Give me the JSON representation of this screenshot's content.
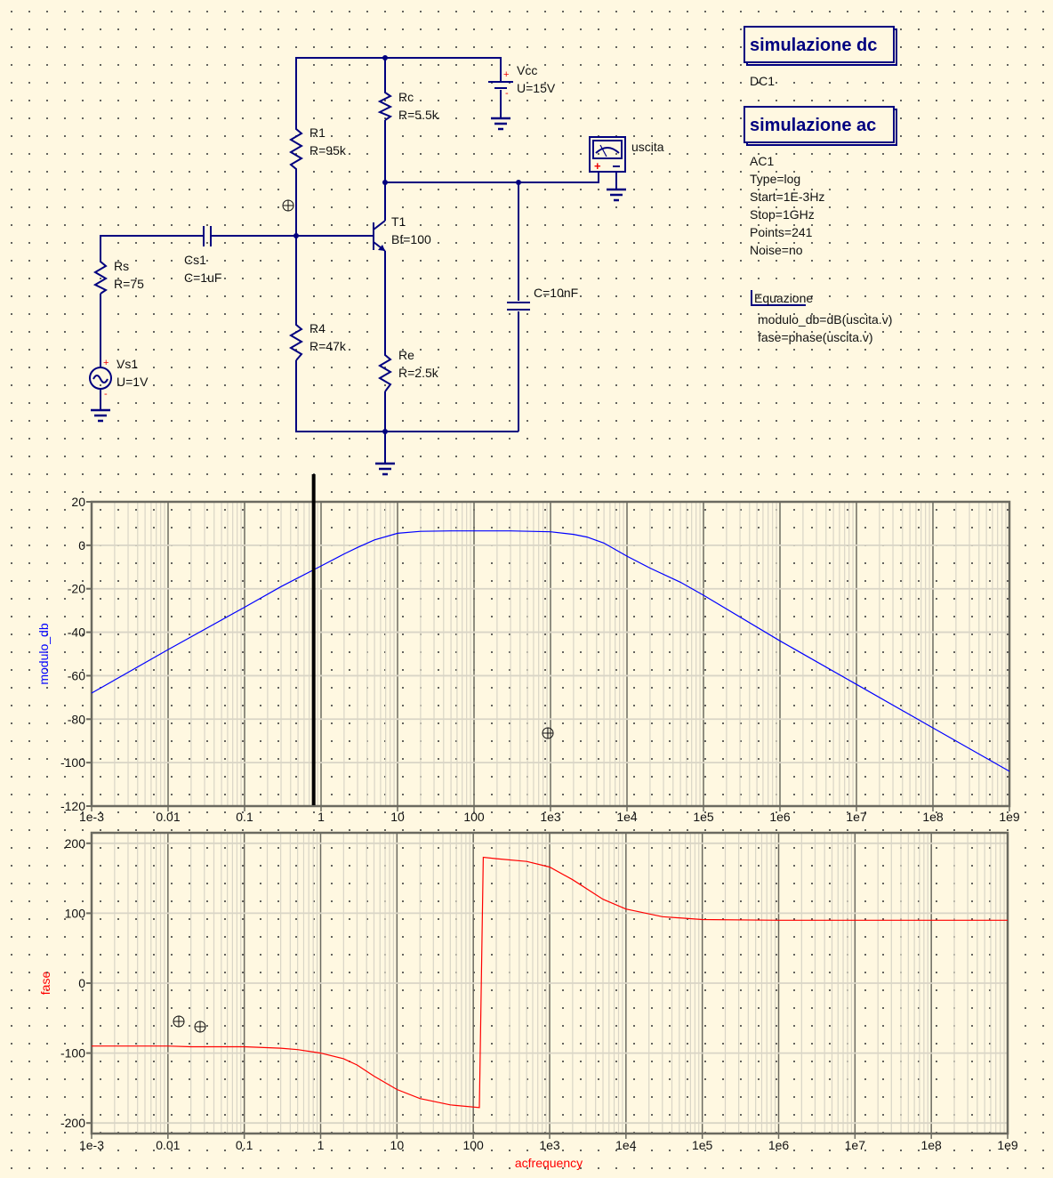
{
  "schematic": {
    "components": {
      "vcc": {
        "name": "Vcc",
        "value": "U=15V"
      },
      "rc": {
        "name": "Rc",
        "value": "R=5.5k"
      },
      "r1": {
        "name": "R1",
        "value": "R=95k"
      },
      "t1": {
        "name": "T1",
        "value": "Bf=100"
      },
      "rs": {
        "name": "Rs",
        "value": "R=75"
      },
      "cs1": {
        "name": "Cs1",
        "value": "C=1uF"
      },
      "c": {
        "value": "C=10nF"
      },
      "r4": {
        "name": "R4",
        "value": "R=47k"
      },
      "re": {
        "name": "Re",
        "value": "R=2.5k"
      },
      "vs1": {
        "name": "Vs1",
        "value": "U=1V"
      },
      "probe": {
        "name": "uscita"
      }
    },
    "sim_dc": {
      "title": "simulazione dc",
      "name": "DC1"
    },
    "sim_ac": {
      "title": "simulazione ac",
      "lines": [
        "AC1",
        "Type=log",
        "Start=1E-3Hz",
        "Stop=1GHz",
        "Points=241",
        "Noise=no"
      ]
    },
    "equation": {
      "title": "Equazione",
      "lines": [
        "modulo_db=dB(uscita.v)",
        "fase=phase(uscita.v)"
      ]
    }
  },
  "colors": {
    "wire": "#00007f",
    "mag": "#0000ff",
    "phase": "#ff0000",
    "grid": "#d9d5c6",
    "frame": "#6b6a60"
  },
  "chart_data": [
    {
      "type": "line",
      "title": "",
      "xlabel": "",
      "ylabel": "modulo_db",
      "xscale": "log",
      "xlim": [
        0.001,
        1000000000
      ],
      "ylim": [
        -120,
        20
      ],
      "xticks": [
        "1e-3",
        "0.01",
        "0.1",
        "1",
        "10",
        "100",
        "1e3",
        "1e4",
        "1e5",
        "1e6",
        "1e7",
        "1e8",
        "1e9"
      ],
      "yticks": [
        "20",
        "0",
        "-20",
        "-40",
        "-60",
        "-80",
        "-100",
        "-120"
      ],
      "grid": true,
      "marker_frequency": 0.8,
      "series": [
        {
          "name": "modulo_db",
          "x": [
            0.001,
            0.01,
            0.1,
            0.3,
            1,
            2,
            3,
            5,
            10,
            20,
            50,
            100,
            300,
            1000,
            2000,
            3000,
            5000,
            10000,
            20000,
            50000,
            100000,
            1000000,
            10000000,
            100000000,
            1000000000
          ],
          "y": [
            -68,
            -48,
            -28.5,
            -19,
            -9.5,
            -4,
            -1,
            2.5,
            5.5,
            6.4,
            6.6,
            6.6,
            6.6,
            6.2,
            5,
            3.8,
            1,
            -5,
            -10.5,
            -17,
            -23,
            -44,
            -64,
            -84,
            -104
          ]
        }
      ]
    },
    {
      "type": "line",
      "title": "",
      "xlabel": "acfrequency",
      "ylabel": "fase",
      "xscale": "log",
      "xlim": [
        0.001,
        1000000000
      ],
      "ylim": [
        -215,
        215
      ],
      "xticks": [
        "1e-3",
        "0.01",
        "0.1",
        "1",
        "10",
        "100",
        "1e3",
        "1e4",
        "1e5",
        "1e6",
        "1e7",
        "1e8",
        "1e9"
      ],
      "yticks": [
        "200",
        "100",
        "0",
        "-100",
        "-200"
      ],
      "grid": true,
      "series": [
        {
          "name": "fase",
          "x": [
            0.001,
            0.01,
            0.02,
            0.1,
            0.3,
            0.5,
            1,
            2,
            3,
            5,
            10,
            20,
            50,
            120,
            135,
            200,
            500,
            1000,
            2000,
            5000,
            10000,
            30000,
            100000,
            1000000,
            1000000000
          ],
          "y": [
            -90,
            -90,
            -91,
            -91,
            -93,
            -95,
            -100,
            -108,
            -117,
            -133,
            -152,
            -165,
            -174,
            -178,
            180,
            178,
            174,
            166,
            148,
            120,
            106,
            95,
            91,
            90,
            90
          ]
        }
      ]
    }
  ]
}
